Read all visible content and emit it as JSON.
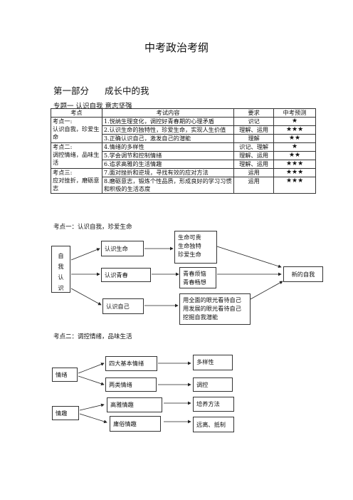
{
  "title": "中考政治考纲",
  "part": {
    "number": "第一部分",
    "name": "成长中的我"
  },
  "topic": "专题一   认识自我  意志坚强",
  "table": {
    "headers": [
      "考点",
      "考试内容",
      "要求",
      "中考预测"
    ],
    "groups": [
      {
        "point": [
          "考点一:",
          "认识自我，珍爱生命"
        ],
        "rows": [
          {
            "content": "1.悦纳生理变化，调控好青春期的心理矛盾",
            "req": "识记",
            "stars": "★"
          },
          {
            "content": "2.认识生命的独特性，珍爱生命，实现人生价值",
            "req": "理解、运用",
            "stars": "★★★"
          },
          {
            "content": "3.正确认识自己，激发自己的潜能",
            "req": "理解",
            "stars": "★★"
          }
        ]
      },
      {
        "point": [
          "考点二:",
          "调控情绪，品味生活"
        ],
        "rows": [
          {
            "content": "4.情绪的多样性",
            "req": "识记、理解",
            "stars": "★"
          },
          {
            "content": "5.学会调节和控制情绪",
            "req": "理解、运用",
            "stars": "★★"
          },
          {
            "content": "6.追求高雅的生活情趣",
            "req": "理解、运用",
            "stars": "★★★"
          }
        ]
      },
      {
        "point": [
          "考点三:",
          "应对挫折，磨砺意志"
        ],
        "rows": [
          {
            "content": "7.面对挫折和逆境，寻找有效的应对方法",
            "req": "运用",
            "stars": "★★★"
          },
          {
            "content": "8.磨砺意志，锻炼个性品质，形成良好的学习习惯和积极的生活态度",
            "req": "运用",
            "stars": "★★★"
          }
        ]
      }
    ]
  },
  "section1": {
    "heading": "考点一：认识自我，珍爱生命",
    "root": "自我认识",
    "branches": [
      "认识生命",
      "认识青春",
      "认识自己"
    ],
    "life_details": [
      "生命可贵",
      "生命独特",
      "珍爱生命"
    ],
    "youth_details": [
      "青春烦恼",
      "青春畅想"
    ],
    "self_details": [
      "用全面的眼光看待自己",
      "用发展的眼光看待自己",
      "挖掘自我潜能"
    ],
    "result": "新的自我"
  },
  "section2": {
    "heading": "考点二：调控情绪，品味生活",
    "emotion": "情绪",
    "interest": "情趣",
    "emotion_types": [
      "四大基本情绪",
      "两类情绪"
    ],
    "emotion_results": [
      "多样性",
      "调控"
    ],
    "interest_types": [
      "高雅情趣",
      "庸俗情趣"
    ],
    "interest_results": [
      "培养方法",
      "远离、抵制"
    ]
  }
}
